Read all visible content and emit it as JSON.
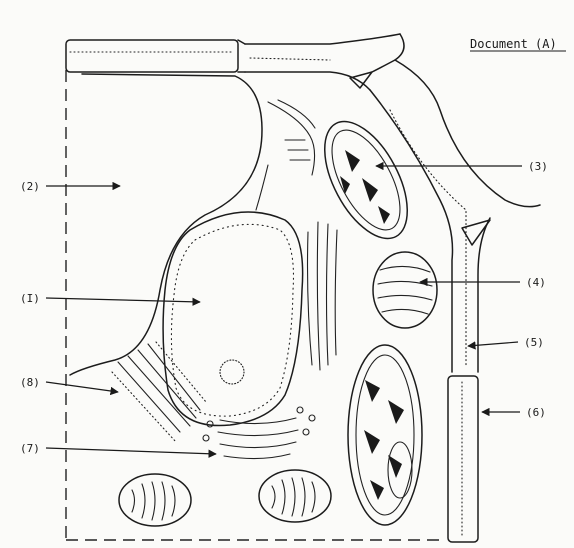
{
  "document": {
    "title": "Document (A)"
  },
  "labels": {
    "l2": "(2)",
    "l3": "(3)",
    "l4": "(4)",
    "l5": "(5)",
    "l6": "(6)",
    "l1": "(I)",
    "l8": "(8)",
    "l7": "(7)"
  }
}
